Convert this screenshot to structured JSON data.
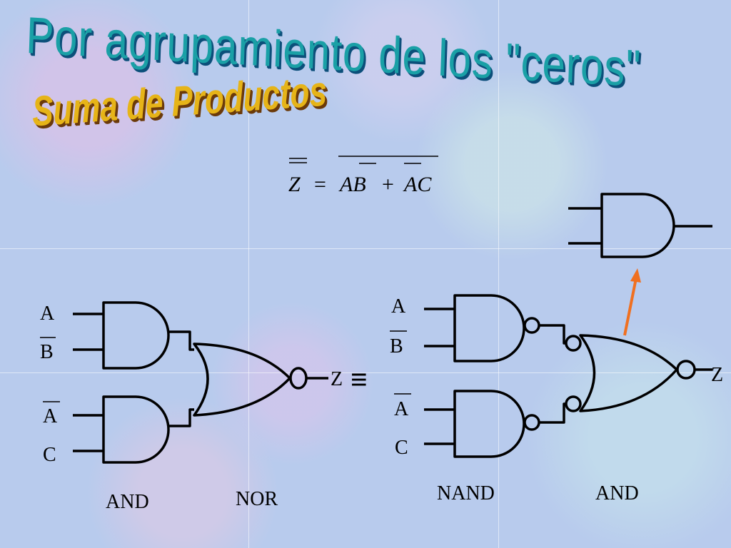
{
  "title": "Por agrupamiento de los \"ceros\"",
  "subtitle": "Suma de Productos",
  "equation": {
    "lhs": "Z",
    "equals": "=",
    "term1": "AB",
    "plus": "+",
    "term2": "AC"
  },
  "left_circuit": {
    "inputs": [
      "A",
      "B",
      "A",
      "C"
    ],
    "output": "Z",
    "gate_captions": [
      "AND",
      "NOR"
    ]
  },
  "equivalence_symbol": "≡",
  "right_circuit": {
    "inputs": [
      "A",
      "B",
      "A",
      "C"
    ],
    "output": "Z",
    "gate_captions": [
      "NAND",
      "AND"
    ]
  },
  "colors": {
    "arrow": "#f07020",
    "title": "#1aa0a6",
    "subtitle": "#e6b418"
  }
}
